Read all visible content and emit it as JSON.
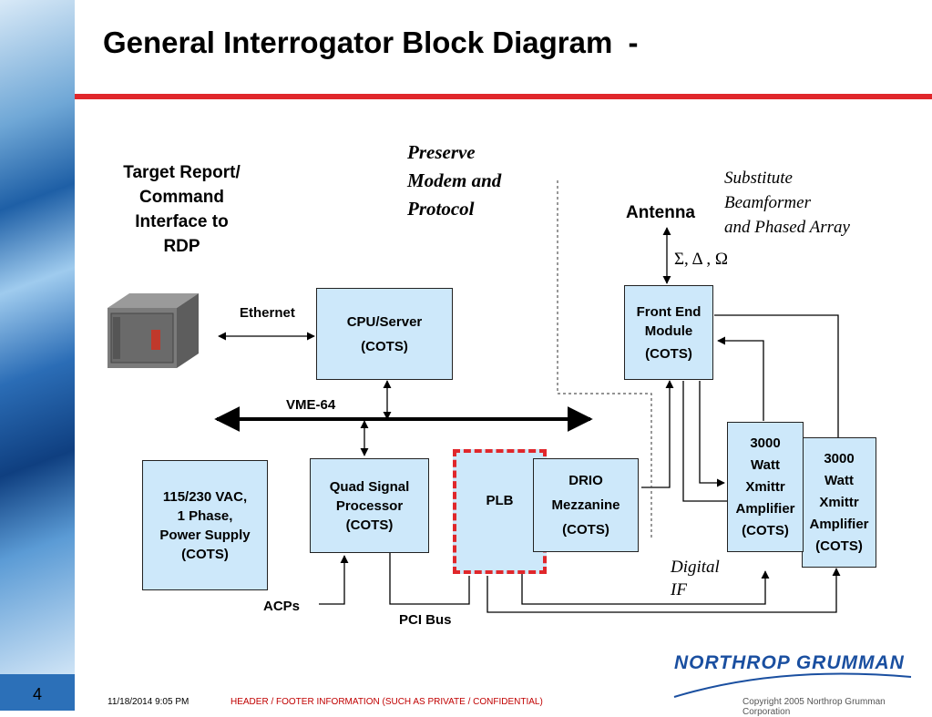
{
  "page": {
    "number": "4"
  },
  "title": "General Interrogator Block Diagram",
  "title_suffix": "-",
  "labels": {
    "target_lines": [
      "Target  Report/",
      "Command",
      "Interface to",
      "RDP"
    ],
    "preserve_lines": [
      "Preserve",
      "Modem and",
      "Protocol"
    ],
    "substitute_lines": [
      "Substitute",
      "Beamformer",
      "and Phased Array"
    ],
    "antenna": "Antenna",
    "sigma": "Σ, Δ , Ω",
    "ethernet": "Ethernet",
    "vme": "VME-64",
    "acps": "ACPs",
    "pci": "PCI Bus",
    "digital_if": [
      "Digital",
      "IF"
    ]
  },
  "blocks": {
    "cpu": [
      "CPU/Server",
      "(COTS)"
    ],
    "front_end": [
      "Front End",
      "Module",
      "(COTS)"
    ],
    "power": [
      "115/230 VAC,",
      "1 Phase,",
      "Power Supply",
      "(COTS)"
    ],
    "qsp": [
      "Quad Signal",
      "Processor",
      "(COTS)"
    ],
    "plb": [
      "PLB"
    ],
    "drio": [
      "DRIO",
      "Mezzanine",
      "(COTS)"
    ],
    "amp1": [
      "3000",
      "Watt",
      "Xmittr",
      "Amplifier",
      "(COTS)"
    ],
    "amp2": [
      "3000",
      "Watt",
      "Xmittr",
      "Amplifier",
      "(COTS)"
    ]
  },
  "footer": {
    "date": "11/18/2014 9:05 PM",
    "info": "HEADER / FOOTER INFORMATION (SUCH AS PRIVATE / CONFIDENTIAL)",
    "copyright": "Copyright 2005 Northrop Grumman Corporation",
    "logo": "NORTHROP  GRUMMAN"
  },
  "colors": {
    "accent_red": "#e0272b",
    "block_fill": "#cde8fa",
    "logo_blue": "#1a4fa0"
  }
}
